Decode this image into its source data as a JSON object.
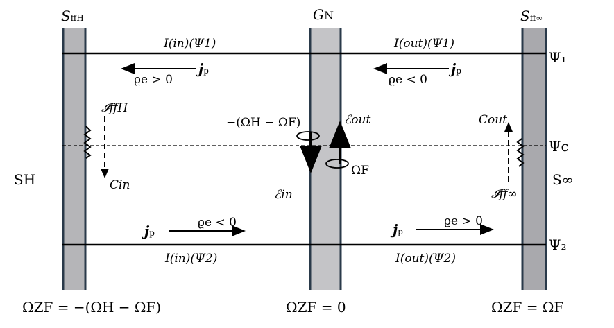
{
  "surfaces": {
    "left": {
      "name": "S",
      "sub": "ffH"
    },
    "center": {
      "name": "G",
      "sub": "N"
    },
    "right": {
      "name": "S",
      "sub": "ff∞"
    }
  },
  "field_lines": {
    "psi1": "Ψ₁",
    "psic": "Ψc",
    "psi2": "Ψ₂"
  },
  "currents": {
    "in_psi1": "I(in)(Ψ1)",
    "out_psi1": "I(out)(Ψ1)",
    "in_psi2": "I(in)(Ψ2)",
    "out_psi2": "I(out)(Ψ2)",
    "jp": "j",
    "jp_sub": "p",
    "rho_top_left": "ϱe > 0",
    "rho_top_right": "ϱe < 0",
    "rho_bottom_left": "ϱe < 0",
    "rho_bottom_right": "ϱe > 0"
  },
  "labels": {
    "I_ffH": "𝓘ffH",
    "C_in": "𝐶in",
    "S_H": "SH",
    "minus_omega": "−(ΩH − ΩF)",
    "E_out": "ℰout",
    "E_in": "ℰin",
    "omega_F": "ΩF",
    "C_out": "𝐶out",
    "S_inf": "S∞",
    "I_ffinf": "𝓘ff∞"
  },
  "bottom": {
    "left": "ΩZF = −(ΩH − ΩF)",
    "center": "ΩZF = 0",
    "right": "ΩZF = ΩF"
  }
}
